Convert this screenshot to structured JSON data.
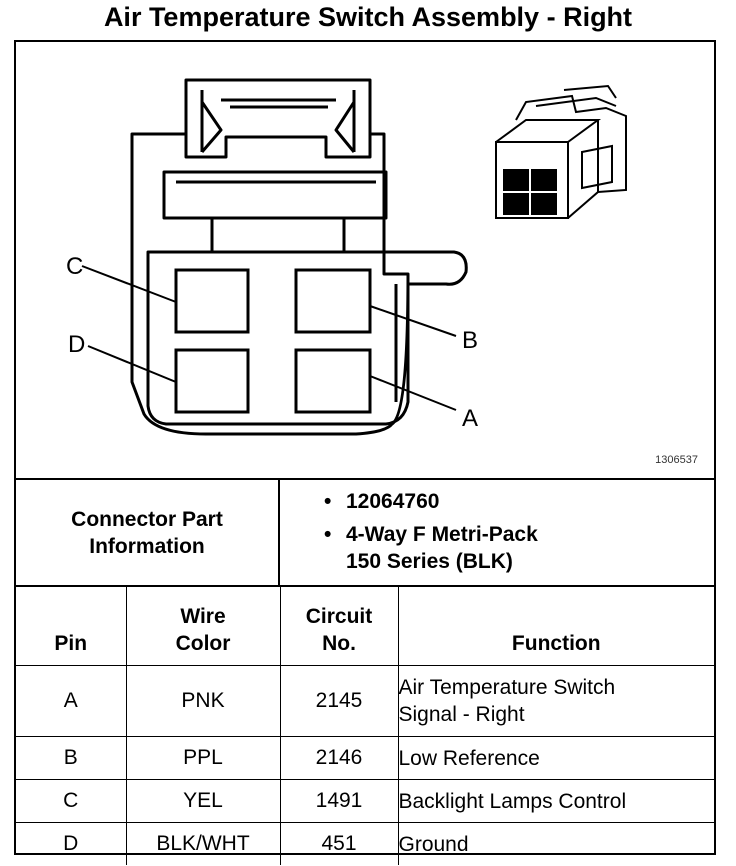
{
  "title": "Air Temperature Switch Assembly - Right",
  "figure": {
    "code": "1306537",
    "pin_callouts": [
      "C",
      "D",
      "B",
      "A"
    ]
  },
  "connector_info": {
    "label": "Connector Part\nInformation",
    "items": [
      "12064760",
      "4-Way F Metri-Pack",
      "150 Series (BLK)"
    ]
  },
  "table": {
    "headers": [
      "Pin",
      "Wire\nColor",
      "Circuit\nNo.",
      "Function"
    ],
    "rows": [
      {
        "pin": "A",
        "color": "PNK",
        "circuit": "2145",
        "function": [
          "Air Temperature Switch",
          "Signal - Right"
        ]
      },
      {
        "pin": "B",
        "color": "PPL",
        "circuit": "2146",
        "function": [
          "Low Reference"
        ]
      },
      {
        "pin": "C",
        "color": "YEL",
        "circuit": "1491",
        "function": [
          "Backlight Lamps Control"
        ]
      },
      {
        "pin": "D",
        "color": "BLK/WHT",
        "circuit": "451",
        "function": [
          "Ground"
        ]
      }
    ]
  }
}
